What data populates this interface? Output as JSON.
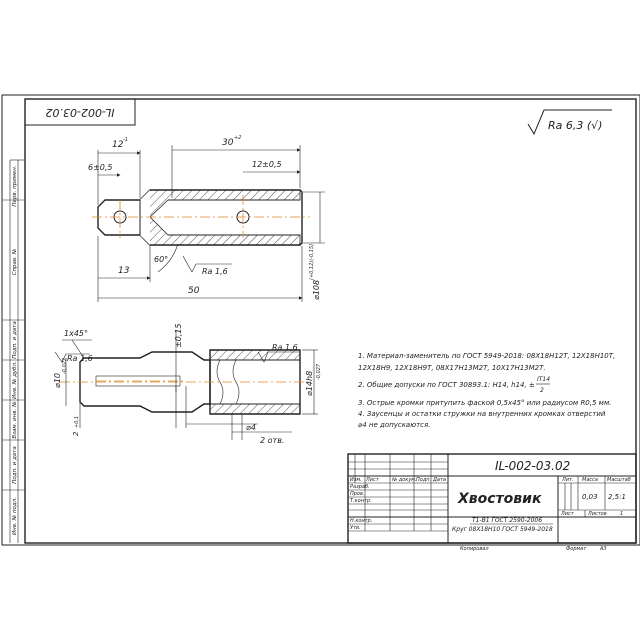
{
  "roughness": {
    "general": "Ra 6,3 (√)",
    "flat_face": "Ra 1,6",
    "bore": "Ra 1,6",
    "end": "Ra 1,6"
  },
  "designation_rotated": "IL-002-03.02",
  "side_column": [
    "Перв. примен.",
    "Справ. №",
    "Подп. и дата",
    "Инв. № дубл.",
    "Взам. инв. №",
    "Подп. и дата",
    "Инв. № подл."
  ],
  "top_view": {
    "dim_12": "12",
    "dim_12_tol": "-1",
    "dim_30": "30",
    "dim_30_tol": "+2",
    "dim_6": "6±0,5",
    "dim_12b": "12±0,5",
    "dim_13": "13",
    "dim_50": "50",
    "angle": "60°",
    "dia": "⌀108",
    "dia_tol": "(+0,12)(-0,15)"
  },
  "bottom_view": {
    "chamfer": "1х45°",
    "dim_015": "±0,15",
    "dia10": "⌀10",
    "dia10_tol": "-0,022",
    "dia14": "⌀14h8",
    "dia14_tol": "-0,027",
    "dim_2a": "2",
    "dim_2a_tol": "+0,1",
    "dia4": "⌀4",
    "holes": "2 отв."
  },
  "notes": [
    "1. Материал-заменитель по ГОСТ 5949-2018: 08Х18Н12Т, 12Х18Н10Т,",
    "12Х18Н9, 12Х18Н9Т, 08Х17Н13М2Т, 10Х17Н13М2Т.",
    "2. Общие допуски по ГОСТ 30893.1: Н14, h14, ±",
    "3. Острые кромки притупить фаской 0,5х45° или радиусом R0,5 мм.",
    "4. Заусенцы и остатки стружки на внутренних кромках отверстий",
    "⌀4 не допускаются."
  ],
  "note2_fraction": {
    "num": "IT14",
    "den": "2"
  },
  "title_block": {
    "designation": "IL-002-03.02",
    "name": "Хвостовик",
    "material_1": "Т1-В1 ГОСТ 2590-2006",
    "material_2": "Круг 08Х18Н10 ГОСТ 5949-2018",
    "col_lit": "Лит.",
    "col_mass": "Масса",
    "col_scale": "Масштаб",
    "mass": "0,03",
    "scale": "2,5:1",
    "sheet": "Лист",
    "sheets": "Листов",
    "sheets_val": "1",
    "rows": [
      "Изм.",
      "Лист",
      "№ докум.",
      "Подп.",
      "Дата"
    ],
    "roles": [
      "Разраб.",
      "Пров.",
      "Т.контр.",
      "",
      "Н.контр.",
      "Утв."
    ],
    "copied": "Копировал",
    "format": "Формат",
    "format_val": "А3"
  }
}
